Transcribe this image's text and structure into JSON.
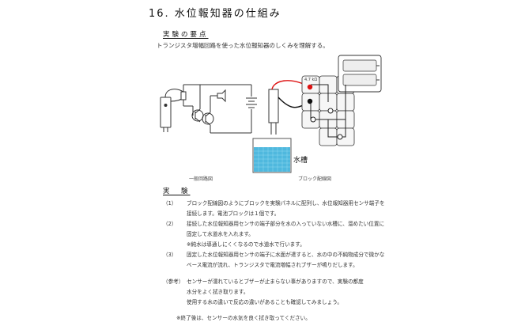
{
  "title": "16. 水位報知器の仕組み",
  "section1": {
    "heading": "実験の要点",
    "text": "トランジスタ増幅回路を使った水位報知器のしくみを理解する。"
  },
  "figures": {
    "left_caption": "一般回路図",
    "right_caption": "ブロック配線図",
    "resistor_label": "4.7 kΩ",
    "tank_label": "水槽"
  },
  "section2": {
    "heading": "実　験",
    "items": [
      {
        "num": "（1）",
        "lines": [
          "ブロック配線図のようにブロックを実験パネルに配列し、水位報知器用センサ端子を",
          "接続します。電池ブロックは１個です。"
        ]
      },
      {
        "num": "（2）",
        "lines": [
          "接続した水位報知器用センサの端子部分を水の入っていない水槽に、溜めたい位置に",
          "固定して水道水を入れます。",
          "※純水は導通しにくくなるので水道水で行います。"
        ]
      },
      {
        "num": "（3）",
        "lines": [
          "固定した水位報知器用センサの端子に水面が達すると、水の中の不純物成分で微かな",
          "ベース電流が流れ、トランジスタで電流増幅されブザーが鳴りだします。"
        ]
      }
    ]
  },
  "reference": {
    "label": "（参考）",
    "lines": [
      "センサーが濡れているとブザーが止まらない事がありますので、実験の都度",
      "水分をよく拭き取ります。",
      "使用する水の違いで反応の違いがあることも確認してみましょう。"
    ]
  },
  "end_note": "※終了後は、センサーの水気を良く拭き取ってください。"
}
